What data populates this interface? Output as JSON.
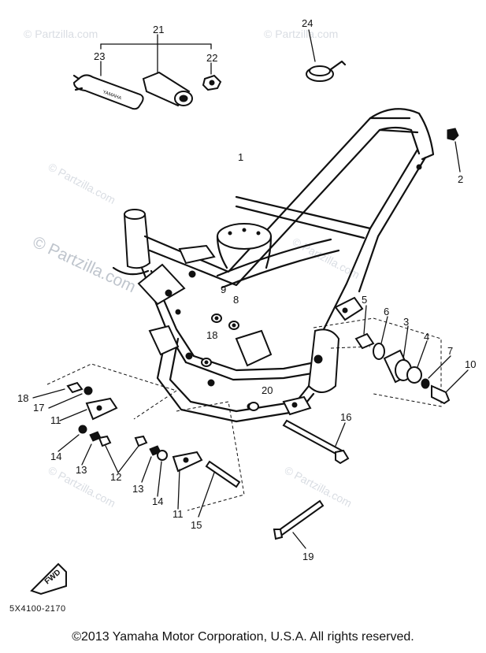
{
  "watermark": "© Partzilla.com",
  "diagram_code": "5X4100-2170",
  "fwd_label": "FWD",
  "wrench_text": "YAMAHA",
  "copyright": "©2013 Yamaha Motor Corporation, U.S.A. All rights reserved.",
  "callouts": [
    {
      "id": "c1",
      "text": "1"
    },
    {
      "id": "c2",
      "text": "2"
    },
    {
      "id": "c3",
      "text": "3"
    },
    {
      "id": "c4",
      "text": "4"
    },
    {
      "id": "c5",
      "text": "5"
    },
    {
      "id": "c6",
      "text": "6"
    },
    {
      "id": "c7",
      "text": "7"
    },
    {
      "id": "c8",
      "text": "8"
    },
    {
      "id": "c9",
      "text": "9"
    },
    {
      "id": "c10",
      "text": "10"
    },
    {
      "id": "c11a",
      "text": "11"
    },
    {
      "id": "c11b",
      "text": "11"
    },
    {
      "id": "c12",
      "text": "12"
    },
    {
      "id": "c13a",
      "text": "13"
    },
    {
      "id": "c13b",
      "text": "13"
    },
    {
      "id": "c14a",
      "text": "14"
    },
    {
      "id": "c14b",
      "text": "14"
    },
    {
      "id": "c15",
      "text": "15"
    },
    {
      "id": "c16",
      "text": "16"
    },
    {
      "id": "c17",
      "text": "17"
    },
    {
      "id": "c18a",
      "text": "18"
    },
    {
      "id": "c18b",
      "text": "18"
    },
    {
      "id": "c19",
      "text": "19"
    },
    {
      "id": "c20",
      "text": "20"
    },
    {
      "id": "c21",
      "text": "21"
    },
    {
      "id": "c22",
      "text": "22"
    },
    {
      "id": "c23",
      "text": "23"
    },
    {
      "id": "c24",
      "text": "24"
    }
  ]
}
